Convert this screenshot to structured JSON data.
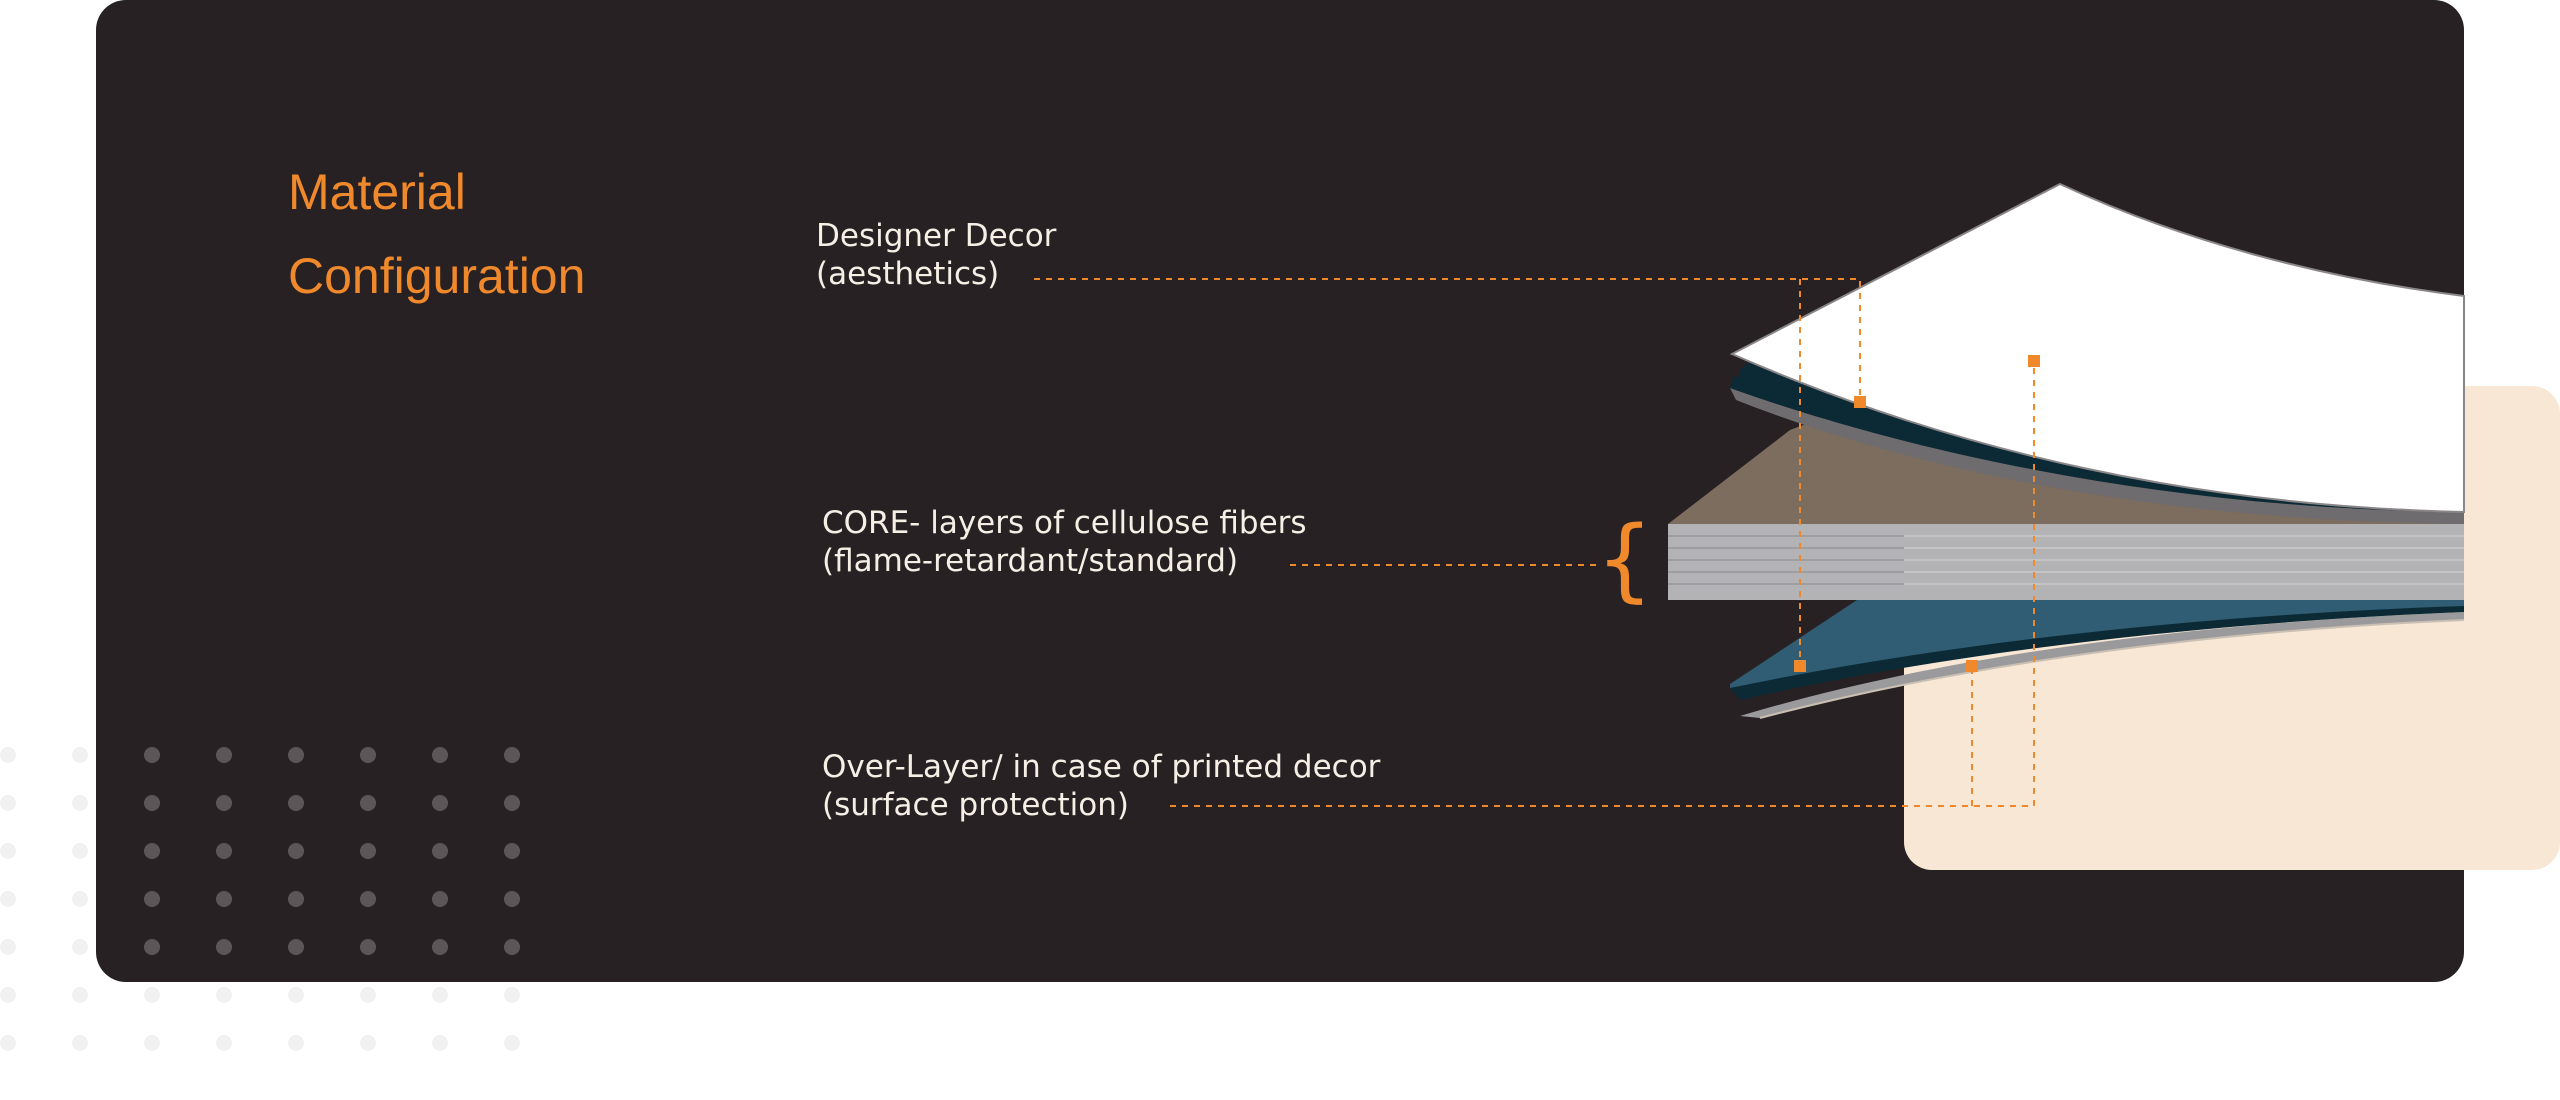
{
  "colors": {
    "panel": "#272123",
    "accent": "#f0892c",
    "cream": "#f7e7d4",
    "dots": "#5c5658",
    "decor_white": "#ffffff",
    "teal_dark": "#0b2a36",
    "teal_mid": "#305d73",
    "core_top": "#7d6d5e",
    "core_side": "#b3b3b6",
    "gray_edge": "#6e6c6e",
    "label_text": "#f5efe6"
  },
  "title": {
    "line1": "Material",
    "line2": "Configuration"
  },
  "labels": {
    "decor": {
      "line1": "Designer Decor",
      "line2": "(aesthetics)"
    },
    "core": {
      "line1": "CORE- layers of cellulose fibers",
      "line2": "(flame-retardant/standard)"
    },
    "overlay": {
      "line1": "Over-Layer/ in case of printed decor",
      "line2": "(surface protection)"
    }
  },
  "icons": {
    "core_bracket": "curly-brace-icon",
    "connector_marker": "square-dot-icon"
  }
}
